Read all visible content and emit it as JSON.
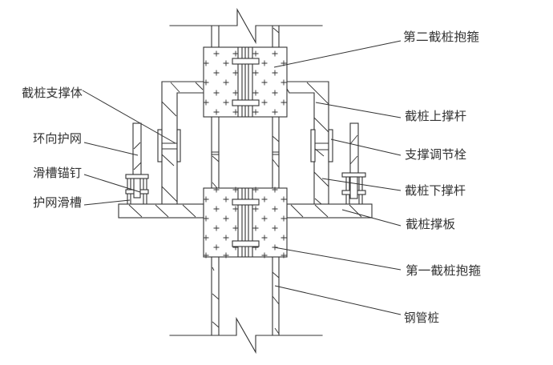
{
  "colors": {
    "line": "#333333",
    "text": "#333333",
    "background": "#ffffff"
  },
  "callouts": {
    "left": [
      {
        "id": "pile-cut-support-body",
        "text": "截桩支撑体"
      },
      {
        "id": "circumferential-guard-net",
        "text": "环向护网"
      },
      {
        "id": "slot-anchor-nail",
        "text": "滑槽锚钉"
      },
      {
        "id": "guard-net-slot",
        "text": "护网滑槽"
      }
    ],
    "right": [
      {
        "id": "second-pile-cut-hoop",
        "text": "第二截桩抱箍"
      },
      {
        "id": "pile-cut-upper-strut",
        "text": "截桩上撑杆"
      },
      {
        "id": "support-adjusting-bolt",
        "text": "支撑调节栓"
      },
      {
        "id": "pile-cut-lower-strut",
        "text": "截桩下撑杆"
      },
      {
        "id": "pile-cut-support-plate",
        "text": "截桩撑板"
      },
      {
        "id": "first-pile-cut-hoop",
        "text": "第一截桩抱箍"
      },
      {
        "id": "steel-pipe-pile",
        "text": "钢管桩"
      }
    ]
  }
}
